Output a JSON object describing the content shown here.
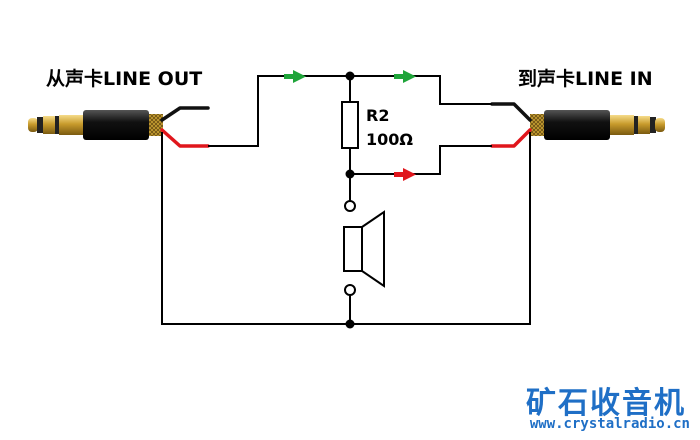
{
  "labels": {
    "source": "从声卡LINE OUT",
    "destination": "到声卡LINE IN",
    "resistor_name": "R2",
    "resistor_value": "100Ω"
  },
  "watermark": {
    "brand": "矿石收音机",
    "site": "www.crystalradio.cn"
  },
  "colors": {
    "wire": "#000000",
    "signal_arrow": "#1fa53a",
    "ground_arrow": "#e0161c",
    "red_lead": "#e0161c",
    "plug_gold": "#c89b2c",
    "plug_body": "#111111",
    "brand": "#1f6fc6"
  },
  "icons": [
    "audio-plug-icon",
    "speaker-icon",
    "resistor-icon",
    "arrow-icon"
  ]
}
